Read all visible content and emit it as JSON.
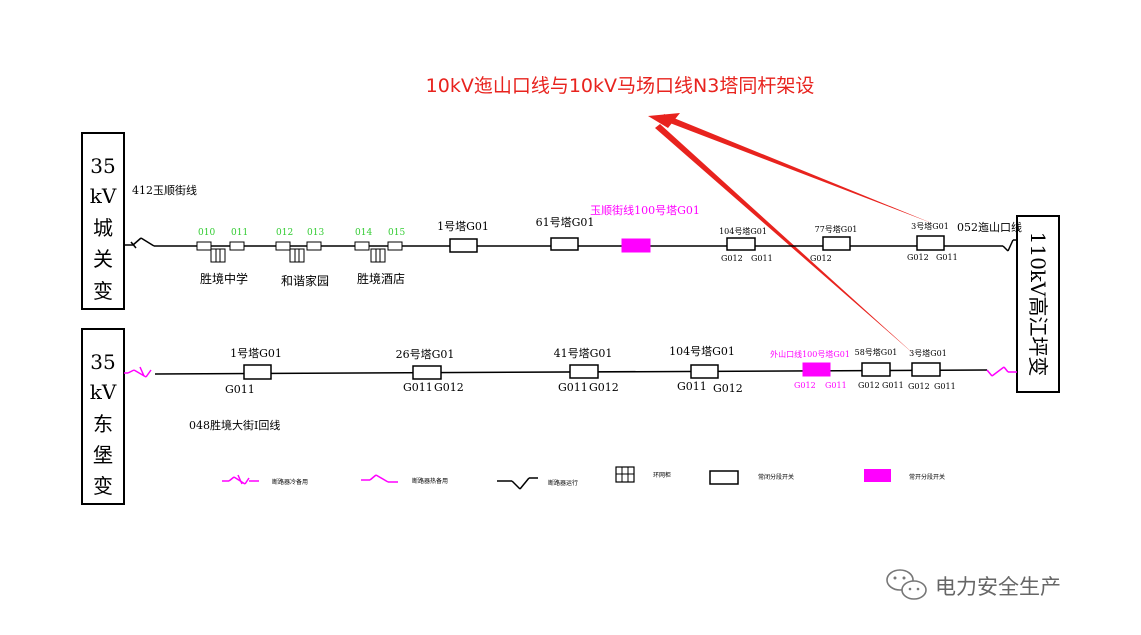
{
  "title": "10kV迤山口线与10kV马场口线N3塔同杆架设",
  "colors": {
    "title": "#e8231e",
    "line": "#000000",
    "magenta": "#ff00ff",
    "green": "#33cc33",
    "watermark": "#666666"
  },
  "substations": {
    "chengguan": "35kV城关变",
    "chengguan_chars": [
      "35",
      "kV",
      "城",
      "关",
      "变"
    ],
    "dongbao": "35kV东堡变",
    "dongbao_chars": [
      "35",
      "kV",
      "东",
      "堡",
      "变"
    ],
    "gaojiangping": "110kV高江坪变"
  },
  "top_line": {
    "name": "412玉顺街线",
    "right_name": "052迤山口线",
    "ring_main_units": [
      {
        "left_code": "010",
        "right_code": "011",
        "name": "胜境中学"
      },
      {
        "left_code": "012",
        "right_code": "013",
        "name": "和谐家园"
      },
      {
        "left_code": "014",
        "right_code": "015",
        "name": "胜境酒店"
      }
    ],
    "switches": [
      {
        "label": "1号塔G01",
        "sub_left": "",
        "sub_right": "",
        "type": "normal_closed"
      },
      {
        "label": "61号塔G01",
        "sub_left": "",
        "sub_right": "",
        "type": "normal_closed"
      },
      {
        "label": "玉顺街线100号塔G01",
        "sub_left": "",
        "sub_right": "",
        "type": "normal_open"
      },
      {
        "label": "104号塔G01",
        "sub_left": "G012",
        "sub_right": "G011",
        "type": "normal_closed"
      },
      {
        "label": "77号塔G01",
        "sub_left": "G012",
        "sub_right": "",
        "type": "normal_closed"
      },
      {
        "label": "3号塔G01",
        "sub_left": "G012",
        "sub_right": "G011",
        "type": "normal_closed"
      }
    ]
  },
  "bottom_line": {
    "name": "048胜境大街I回线",
    "switches": [
      {
        "label": "1号塔G01",
        "sub_left": "G011",
        "sub_right": "",
        "type": "normal_closed"
      },
      {
        "label": "26号塔G01",
        "sub_left": "G011",
        "sub_right": "G012",
        "type": "normal_closed"
      },
      {
        "label": "41号塔G01",
        "sub_left": "G011",
        "sub_right": "G012",
        "type": "normal_closed"
      },
      {
        "label": "104号塔G01",
        "sub_left": "G011",
        "sub_right": "G012",
        "type": "normal_closed"
      },
      {
        "label": "外山口线100号塔G01",
        "sub_left": "G012",
        "sub_right": "G011",
        "type": "normal_open"
      },
      {
        "label": "58号塔G01",
        "sub_left": "G012",
        "sub_right": "G011",
        "type": "normal_closed"
      },
      {
        "label": "3号塔G01",
        "sub_left": "G012",
        "sub_right": "G011",
        "type": "normal_closed"
      }
    ]
  },
  "legend": [
    {
      "symbol": "breaker_cold_standby",
      "label": "断路器冷备用"
    },
    {
      "symbol": "breaker_hot_standby",
      "label": "断路器热备用"
    },
    {
      "symbol": "breaker_running",
      "label": "断路器运行"
    },
    {
      "symbol": "ring_main_unit",
      "label": "环网柜"
    },
    {
      "symbol": "normal_closed_switch",
      "label": "常闭分段开关"
    },
    {
      "symbol": "normal_open_switch",
      "label": "常开分段开关"
    }
  ],
  "watermark": "电力安全生产",
  "icons": {
    "watermark": "wechat-icon",
    "arrow": "red-arrow-icon"
  }
}
